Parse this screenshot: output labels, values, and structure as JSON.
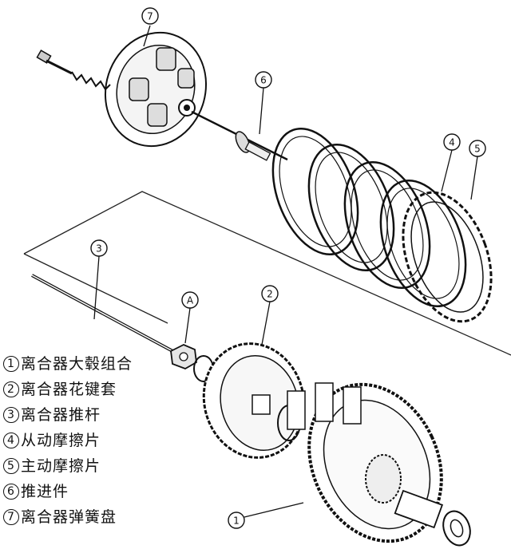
{
  "callouts": {
    "c1": "1",
    "c2": "2",
    "c3": "3",
    "c4": "4",
    "c5": "5",
    "c6": "6",
    "c7": "7",
    "cA": "A"
  },
  "legend": [
    {
      "num": "1",
      "text": "离合器大毂组合"
    },
    {
      "num": "2",
      "text": "离合器花键套"
    },
    {
      "num": "3",
      "text": "离合器推杆"
    },
    {
      "num": "4",
      "text": "从动摩擦片"
    },
    {
      "num": "5",
      "text": "主动摩擦片"
    },
    {
      "num": "6",
      "text": "推进件"
    },
    {
      "num": "7",
      "text": "离合器弹簧盘"
    }
  ]
}
